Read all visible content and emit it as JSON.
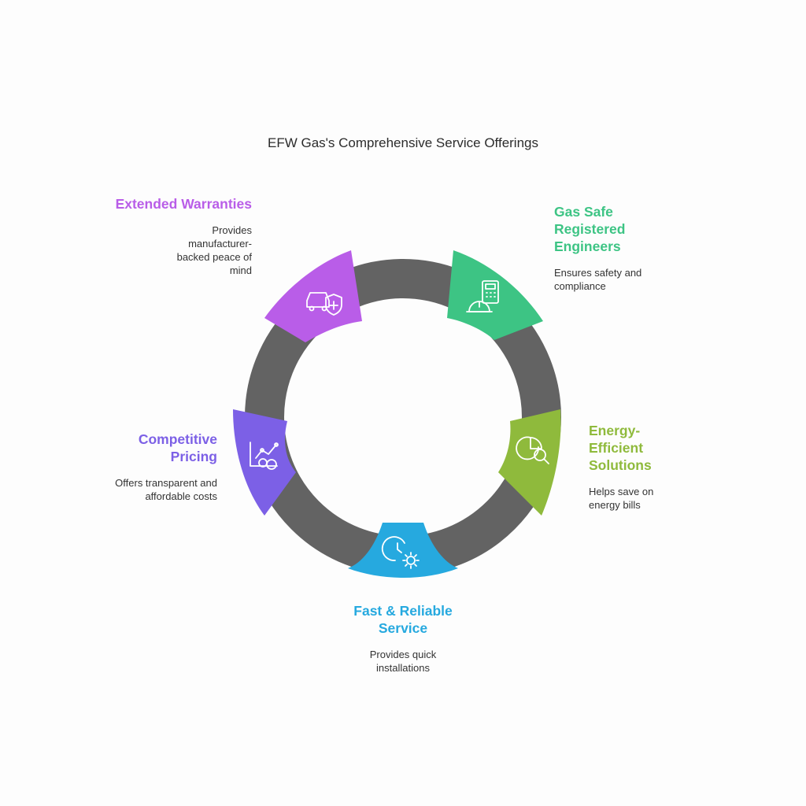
{
  "title": "EFW Gas's Comprehensive Service Offerings",
  "colors": {
    "ring": "#636363",
    "warranty": "#b95de8",
    "gas_safe": "#3dc484",
    "energy": "#8fba3c",
    "service": "#26a9df",
    "pricing": "#7c60e6"
  },
  "items": [
    {
      "heading": "Extended Warranties",
      "description": "Provides manufacturer-backed peace of mind",
      "icon": "car-shield-icon",
      "color": "#b95de8"
    },
    {
      "heading": "Gas Safe Registered Engineers",
      "description": "Ensures safety and compliance",
      "icon": "engineer-calculator-icon",
      "color": "#3dc484"
    },
    {
      "heading": "Energy-Efficient Solutions",
      "description": "Helps save on energy bills",
      "icon": "chart-magnifier-icon",
      "color": "#8fba3c"
    },
    {
      "heading": "Fast & Reliable Service",
      "description": "Provides quick installations",
      "icon": "clock-gear-icon",
      "color": "#26a9df"
    },
    {
      "heading": "Competitive Pricing",
      "description": "Offers transparent and affordable costs",
      "icon": "price-chart-icon",
      "color": "#7c60e6"
    }
  ]
}
